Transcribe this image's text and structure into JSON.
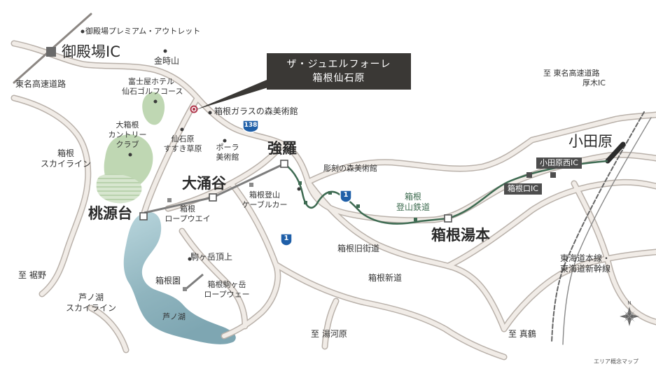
{
  "callout": {
    "line1": "ザ・ジュエルフォーレ",
    "line2": "箱根仙石原"
  },
  "places": {
    "gotemba_ic": "御殿場IC",
    "outlet": "御殿場プレミアム・アウトレット",
    "kintoki": "金時山",
    "tomei": "東名高速道路",
    "fujiya": "富士屋ホテル",
    "fujiya2": "仙石ゴルフコース",
    "glass": "箱根ガラスの森美術館",
    "ohakone1": "大箱根",
    "ohakone2": "カントリー",
    "ohakone3": "クラブ",
    "sengoku1": "仙石原",
    "sengoku2": "すすき草原",
    "pola1": "ポーラ",
    "pola2": "美術館",
    "skyline1": "箱根",
    "skyline2": "スカイライン",
    "gora": "強羅",
    "owakudani": "大涌谷",
    "togendai": "桃源台",
    "chokoku": "彫刻の森美術館",
    "ropeway1": "箱根",
    "ropeway2": "ロープウエイ",
    "cable1": "箱根登山",
    "cable2": "ケーブルカー",
    "tozan1": "箱根",
    "tozan2": "登山鉄道",
    "yumoto": "箱根湯本",
    "odawara": "小田原",
    "odawara_nishi_ic": "小田原西IC",
    "hakone_guchi_ic": "箱根口IC",
    "to_atsugi1": "至 東名高速道路",
    "to_atsugi2": "厚木IC",
    "kyukaido": "箱根旧街道",
    "shindo": "箱根新道",
    "komagatake": "駒ヶ岳頂上",
    "hakoneen": "箱根園",
    "komarope1": "箱根駒ヶ岳",
    "komarope2": "ロープウェー",
    "ashinoko": "芦ノ湖",
    "to_susono": "至 裾野",
    "ashi_sky1": "芦ノ湖",
    "ashi_sky2": "スカイライン",
    "to_yugawara": "至 湯河原",
    "to_manazuru": "至 真鶴",
    "tokaido1": "東海道本線・",
    "tokaido2": "東海道新幹線",
    "caption": "エリア概念マップ"
  },
  "route_badges": {
    "r138": "138",
    "r1a": "1",
    "r1b": "1"
  },
  "compass": {
    "north": "N"
  },
  "icons": {
    "ic_marker": "square-marker-icon",
    "poi": "dot-icon",
    "site": "target-dot-icon",
    "station": "hollow-square-icon",
    "route_shield": "national-route-shield-icon",
    "compass": "compass-rose-icon"
  },
  "colors": {
    "road": "#d6cfc8",
    "road_edge": "#a8a099",
    "ropeway": "#7d7d7d",
    "tozan": "#3e6b52",
    "lake": "#8fb8c2",
    "golf": "#b5d1a8",
    "route_shield": "#1f5fa8",
    "callout_bg": "#3a3835",
    "site_marker": "#b0354a"
  }
}
